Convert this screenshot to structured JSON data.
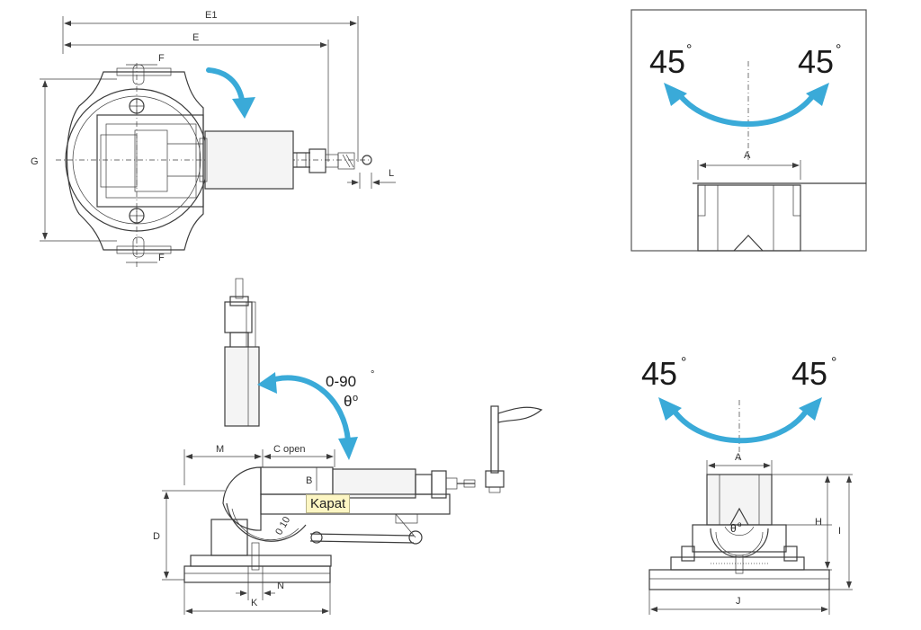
{
  "top_view": {
    "dim_e1": "E1",
    "dim_e": "E",
    "dim_f_top": "F",
    "dim_f_bottom": "F",
    "dim_g": "G",
    "dim_l": "L"
  },
  "swivel_detail_top": {
    "angle_left": "45",
    "angle_right": "45",
    "degree_mark": "°",
    "dim_a": "A"
  },
  "side_view": {
    "tilt_range": "0-90",
    "tilt_degree_mark": "°",
    "theta_label": "θ",
    "theta_mark": "o",
    "dim_m": "M",
    "dim_c_open": "C open",
    "dim_b": "B",
    "dim_d": "D",
    "dim_k": "K",
    "dim_n": "N",
    "scale_text": "0 10",
    "tooltip": "Kapat"
  },
  "front_view": {
    "angle_left": "45",
    "angle_right": "45",
    "degree_mark": "°",
    "dim_a": "A",
    "dim_h": "H",
    "dim_i": "I",
    "dim_j": "J",
    "theta_label": "θ",
    "theta_mark": "o"
  },
  "colors": {
    "arrow": "#3aaad8",
    "line": "#3c3c3c",
    "tooltip_bg": "#fdf6c3"
  }
}
